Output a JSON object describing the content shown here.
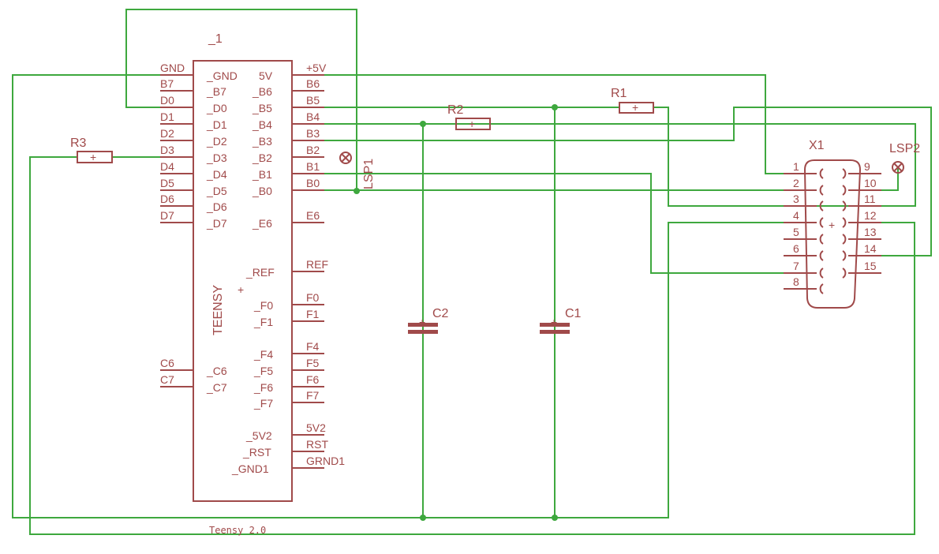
{
  "title": "Teensy 2.0",
  "teensy": {
    "name": "_1",
    "value": "TEENSY",
    "left_ext": [
      "GND",
      "B7",
      "D0",
      "D1",
      "D2",
      "D3",
      "D4",
      "D5",
      "D6",
      "D7",
      "C6",
      "C7"
    ],
    "left_int": [
      "_GND",
      "_B7",
      "_D0",
      "_D1",
      "_D2",
      "_D3",
      "_D4",
      "_D5",
      "_D6",
      "_D7",
      "_C6",
      "_C7"
    ],
    "right_int": [
      "5V",
      "_B6",
      "_B5",
      "_B4",
      "_B3",
      "_B2",
      "_B1",
      "_B0",
      "_E6",
      "_REF",
      "_F0",
      "_F1",
      "_F4",
      "_F5",
      "_F6",
      "_F7",
      "_5V2",
      "_RST",
      "_GND1"
    ],
    "right_ext": [
      "+5V",
      "B6",
      "B5",
      "B4",
      "B3",
      "B2",
      "B1",
      "B0",
      "E6",
      "REF",
      "F0",
      "F1",
      "F4",
      "F5",
      "F6",
      "F7",
      "5V2",
      "RST",
      "GRND1"
    ]
  },
  "components": {
    "r1": "R1",
    "r2": "R2",
    "r3": "R3",
    "c1": "C1",
    "c2": "C2",
    "x1": "X1",
    "lsp1": "LSP1",
    "lsp2": "LSP2"
  },
  "connector_pins": {
    "left": [
      "1",
      "2",
      "3",
      "4",
      "5",
      "6",
      "7",
      "8"
    ],
    "right": [
      "9",
      "10",
      "11",
      "12",
      "13",
      "14",
      "15"
    ]
  },
  "colors": {
    "wire": "#3ea83e",
    "part": "#a04a4a",
    "background": "#ffffff"
  }
}
